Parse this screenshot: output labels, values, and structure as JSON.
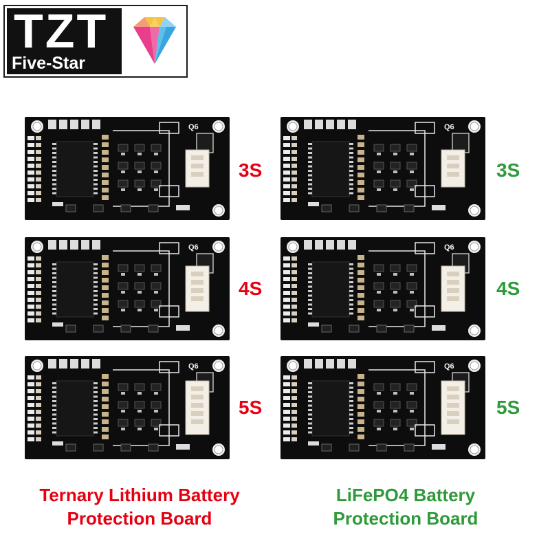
{
  "brand": {
    "name": "TZT",
    "tagline": "Five-Star",
    "emblem": "diamond-gem-icon"
  },
  "colors": {
    "ternary": "#e60012",
    "lifepo4": "#2e9a3a",
    "board": "#0d0d0d"
  },
  "left_column": {
    "caption_line1": "Ternary Lithium Battery",
    "caption_line2": "Protection Board",
    "boards": [
      {
        "size": "3S",
        "component": "Q6"
      },
      {
        "size": "4S",
        "component": "Q6"
      },
      {
        "size": "5S",
        "component": "Q6"
      }
    ]
  },
  "right_column": {
    "caption_line1": "LiFePO4 Battery",
    "caption_line2": "Protection Board",
    "boards": [
      {
        "size": "3S",
        "component": "Q6"
      },
      {
        "size": "4S",
        "component": "Q6"
      },
      {
        "size": "5S",
        "component": "Q6"
      }
    ]
  }
}
